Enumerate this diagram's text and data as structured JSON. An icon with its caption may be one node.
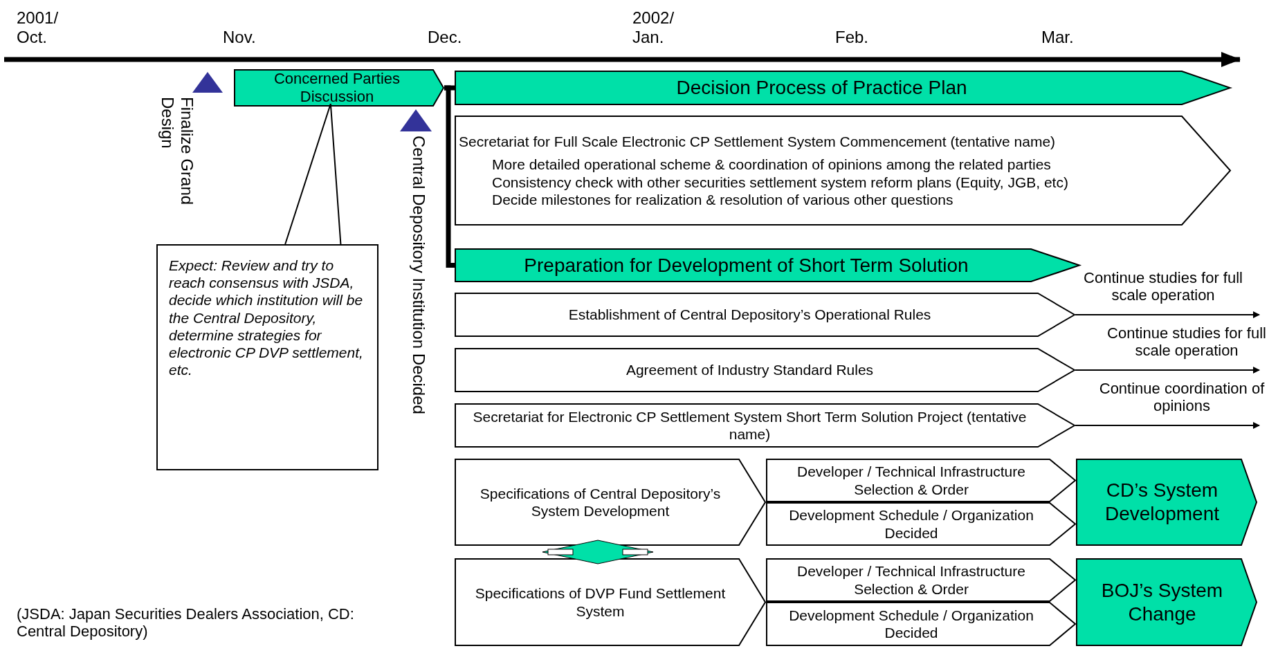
{
  "diagram": {
    "nodes": [
      {
        "text": [],
        "shape": "triangle",
        "beside": [
          "Finalize Grand Design"
        ]
      },
      {
        "text": [
          "Concerned Parties Discussion"
        ]
      },
      {
        "text": [],
        "shape": "triangle",
        "beside": [
          "Central Depository Institution Decided"
        ]
      },
      {
        "text": [
          "Expect: Review and try to reach consensus with JSDA, decide which institution will be the Central Depository, determine strategies for electronic CP DVP settlement, etc."
        ]
      },
      {
        "text": [
          "Decision Process of Practice Plan"
        ]
      },
      {
        "text": [
          "Secretariat for Full Scale Electronic CP Settlement System Commencement (tentative name)",
          "More detailed operational scheme & coordination of opinions among the related parties",
          "Consistency check with other securities settlement system reform plans (Equity, JGB, etc)",
          "Decide milestones for realization & resolution of various other questions"
        ]
      },
      {
        "text": [
          "Preparation for Development of Short Term Solution"
        ]
      },
      {
        "text": [
          "Establishment of Central Depository’s Operational Rules"
        ]
      },
      {
        "text": [
          "Agreement of Industry Standard Rules"
        ]
      },
      {
        "text": [
          "Secretariat for Electronic CP Settlement System Short Term Solution Project (tentative name)"
        ]
      },
      {
        "text": [
          "Specifications of Central Depository’s System Development"
        ]
      },
      {
        "text": [
          "Developer / Technical Infrastructure Selection & Order"
        ]
      },
      {
        "text": [
          "Development Schedule / Organization Decided"
        ]
      },
      {
        "text": [
          "CD’s System Development"
        ]
      },
      {
        "text": [
          "Specifications of DVP Fund Settlement System"
        ]
      },
      {
        "text": [
          "Developer / Technical Infrastructure Selection & Order"
        ]
      },
      {
        "text": [
          "Development Schedule / Organization Decided"
        ]
      },
      {
        "text": [
          "BOJ’s System Change"
        ]
      }
    ],
    "edges": [
      {
        "from": 3,
        "to": 1,
        "arrow": "none"
      },
      {
        "from": 1,
        "to": 4,
        "arrow": "none",
        "style": "thick"
      },
      {
        "from": 1,
        "to": 6,
        "arrow": "none",
        "style": "thick"
      },
      {
        "from": 7,
        "to": null,
        "arrow": "to",
        "label": "Continue studies for full scale operation"
      },
      {
        "from": 8,
        "to": null,
        "arrow": "to",
        "label": "Continue studies for full scale operation"
      },
      {
        "from": 9,
        "to": null,
        "arrow": "to",
        "label": "Continue coordination of opinions"
      },
      {
        "from": 10,
        "to": 14,
        "arrow": "both",
        "color": "#00e0a8"
      }
    ],
    "labels": [
      "2001/",
      "Oct.",
      "Nov.",
      "Dec.",
      "2002/",
      "Jan.",
      "Feb.",
      "Mar.",
      "(JSDA: Japan Securities Dealers Association, CD: Central Depository)"
    ]
  }
}
